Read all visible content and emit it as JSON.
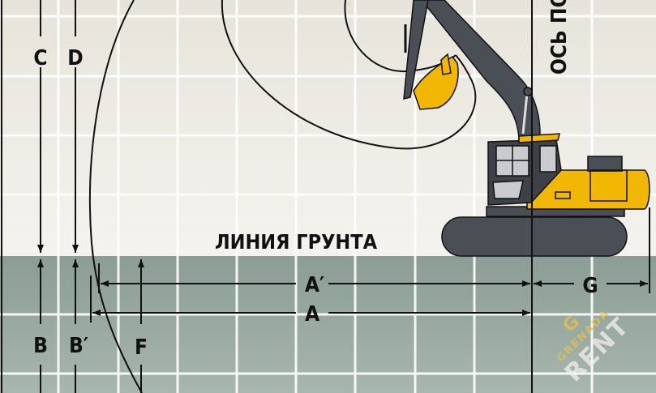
{
  "labels": {
    "c": "C",
    "d": "D",
    "b": "B",
    "b_prime": "B′",
    "f": "F",
    "a_prime": "A′",
    "a": "A",
    "g": "G",
    "ground_line": "ЛИНИЯ ГРУНТА",
    "rotation_axis": "ОСЬ ПО"
  },
  "watermark": {
    "letter": "G",
    "line1": "GRENADA",
    "line2": "RENT"
  },
  "colors": {
    "sky": "#eceae3",
    "ground": "#9aaba3",
    "machine_yellow": "#f2b705",
    "machine_gray": "#4a4e55",
    "line": "#111111"
  }
}
